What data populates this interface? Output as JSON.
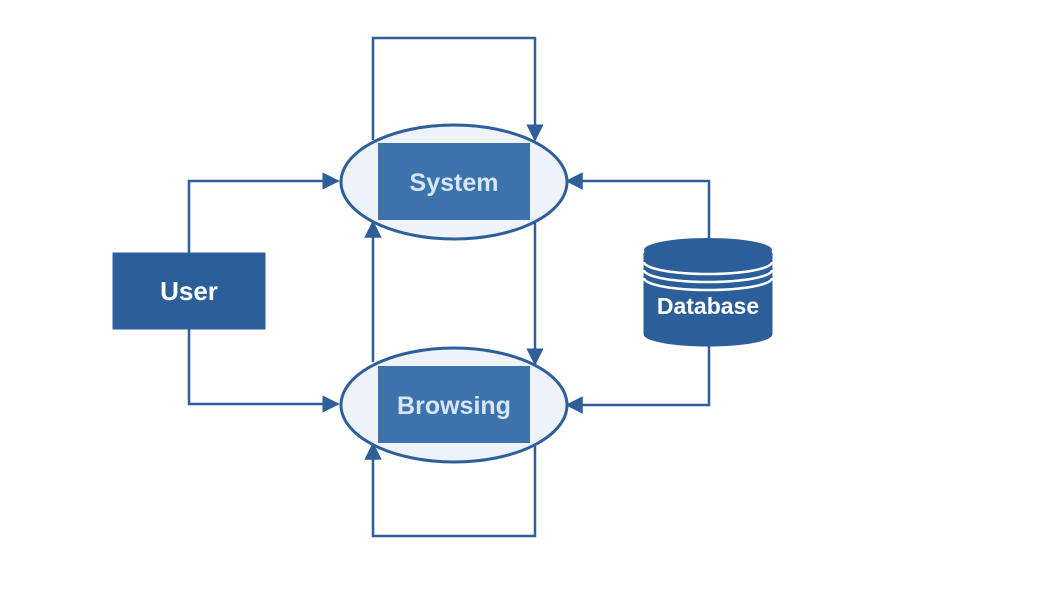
{
  "nodes": {
    "user": {
      "label": "User"
    },
    "system": {
      "label": "System"
    },
    "browsing": {
      "label": "Browsing"
    },
    "database": {
      "label": "Database"
    }
  },
  "colors": {
    "box_fill": "#2c5f99",
    "inner_box_fill": "#3d72ad",
    "ellipse_fill": "#eef3f9",
    "stroke": "#2e5f9a",
    "inner_text": "#d7e6f5",
    "white_text": "#ffffff"
  }
}
